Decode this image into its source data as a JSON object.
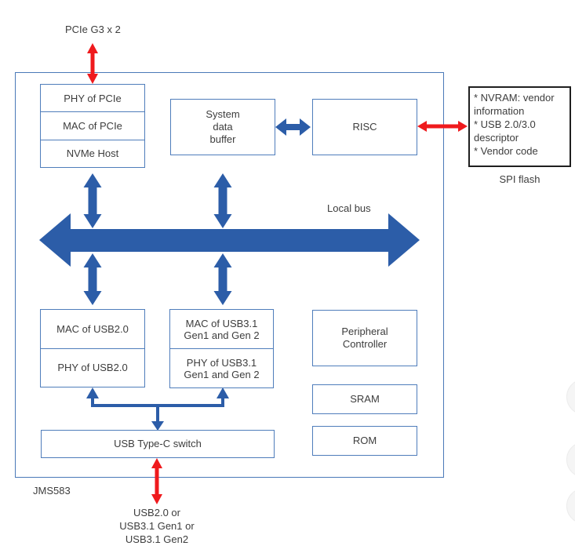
{
  "diagram": {
    "chip_label": "JMS583",
    "external_labels": {
      "pcie": "PCIe G3 x 2",
      "local_bus": "Local bus",
      "spi_flash": "SPI flash",
      "usb_output": "USB2.0 or\nUSB3.1 Gen1 or\nUSB3.1 Gen2"
    },
    "blocks": {
      "phy_pcie": "PHY of PCIe",
      "mac_pcie": "MAC of PCIe",
      "nvme_host": "NVMe Host",
      "system_data_buffer": "System\ndata\nbuffer",
      "risc": "RISC",
      "mac_usb2": "MAC of USB2.0",
      "phy_usb2": "PHY of USB2.0",
      "mac_usb31": "MAC of USB3.1\nGen1 and Gen 2",
      "phy_usb31": "PHY of USB3.1\nGen1 and Gen 2",
      "peripheral_controller": "Peripheral\nController",
      "sram": "SRAM",
      "rom": "ROM",
      "usb_typec_switch": "USB Type-C switch"
    },
    "spi_flash_notes": [
      "* NVRAM: vendor information",
      "* USB 2.0/3.0 descriptor",
      "* Vendor code"
    ],
    "colors": {
      "bus_blue": "#2c5da8",
      "box_border_blue": "#4f7dbb",
      "external_red": "#ef1a1d",
      "spi_border_black": "#1f1f1f",
      "text": "#3d3d3d"
    }
  }
}
